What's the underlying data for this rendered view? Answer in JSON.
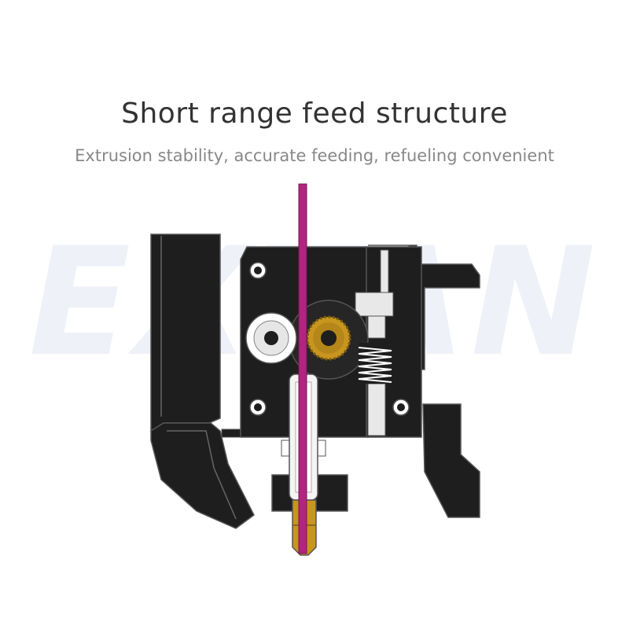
{
  "header": {
    "title": "Short range feed structure",
    "subtitle": "Extrusion stability, accurate feeding, refueling convenient"
  },
  "watermark": {
    "text": "EXTAN"
  },
  "colors": {
    "filament": "#b0257e",
    "body": "#1e1e1e",
    "outline": "#555555",
    "brass": "#c8961f",
    "background": "#ffffff"
  },
  "icons": [
    "extruder-assembly-diagram",
    "filament-line",
    "drive-gear-icon",
    "idler-bearing-icon",
    "tension-spring-icon",
    "nozzle-icon",
    "lever-arm-icon",
    "mounting-screw-icon"
  ]
}
